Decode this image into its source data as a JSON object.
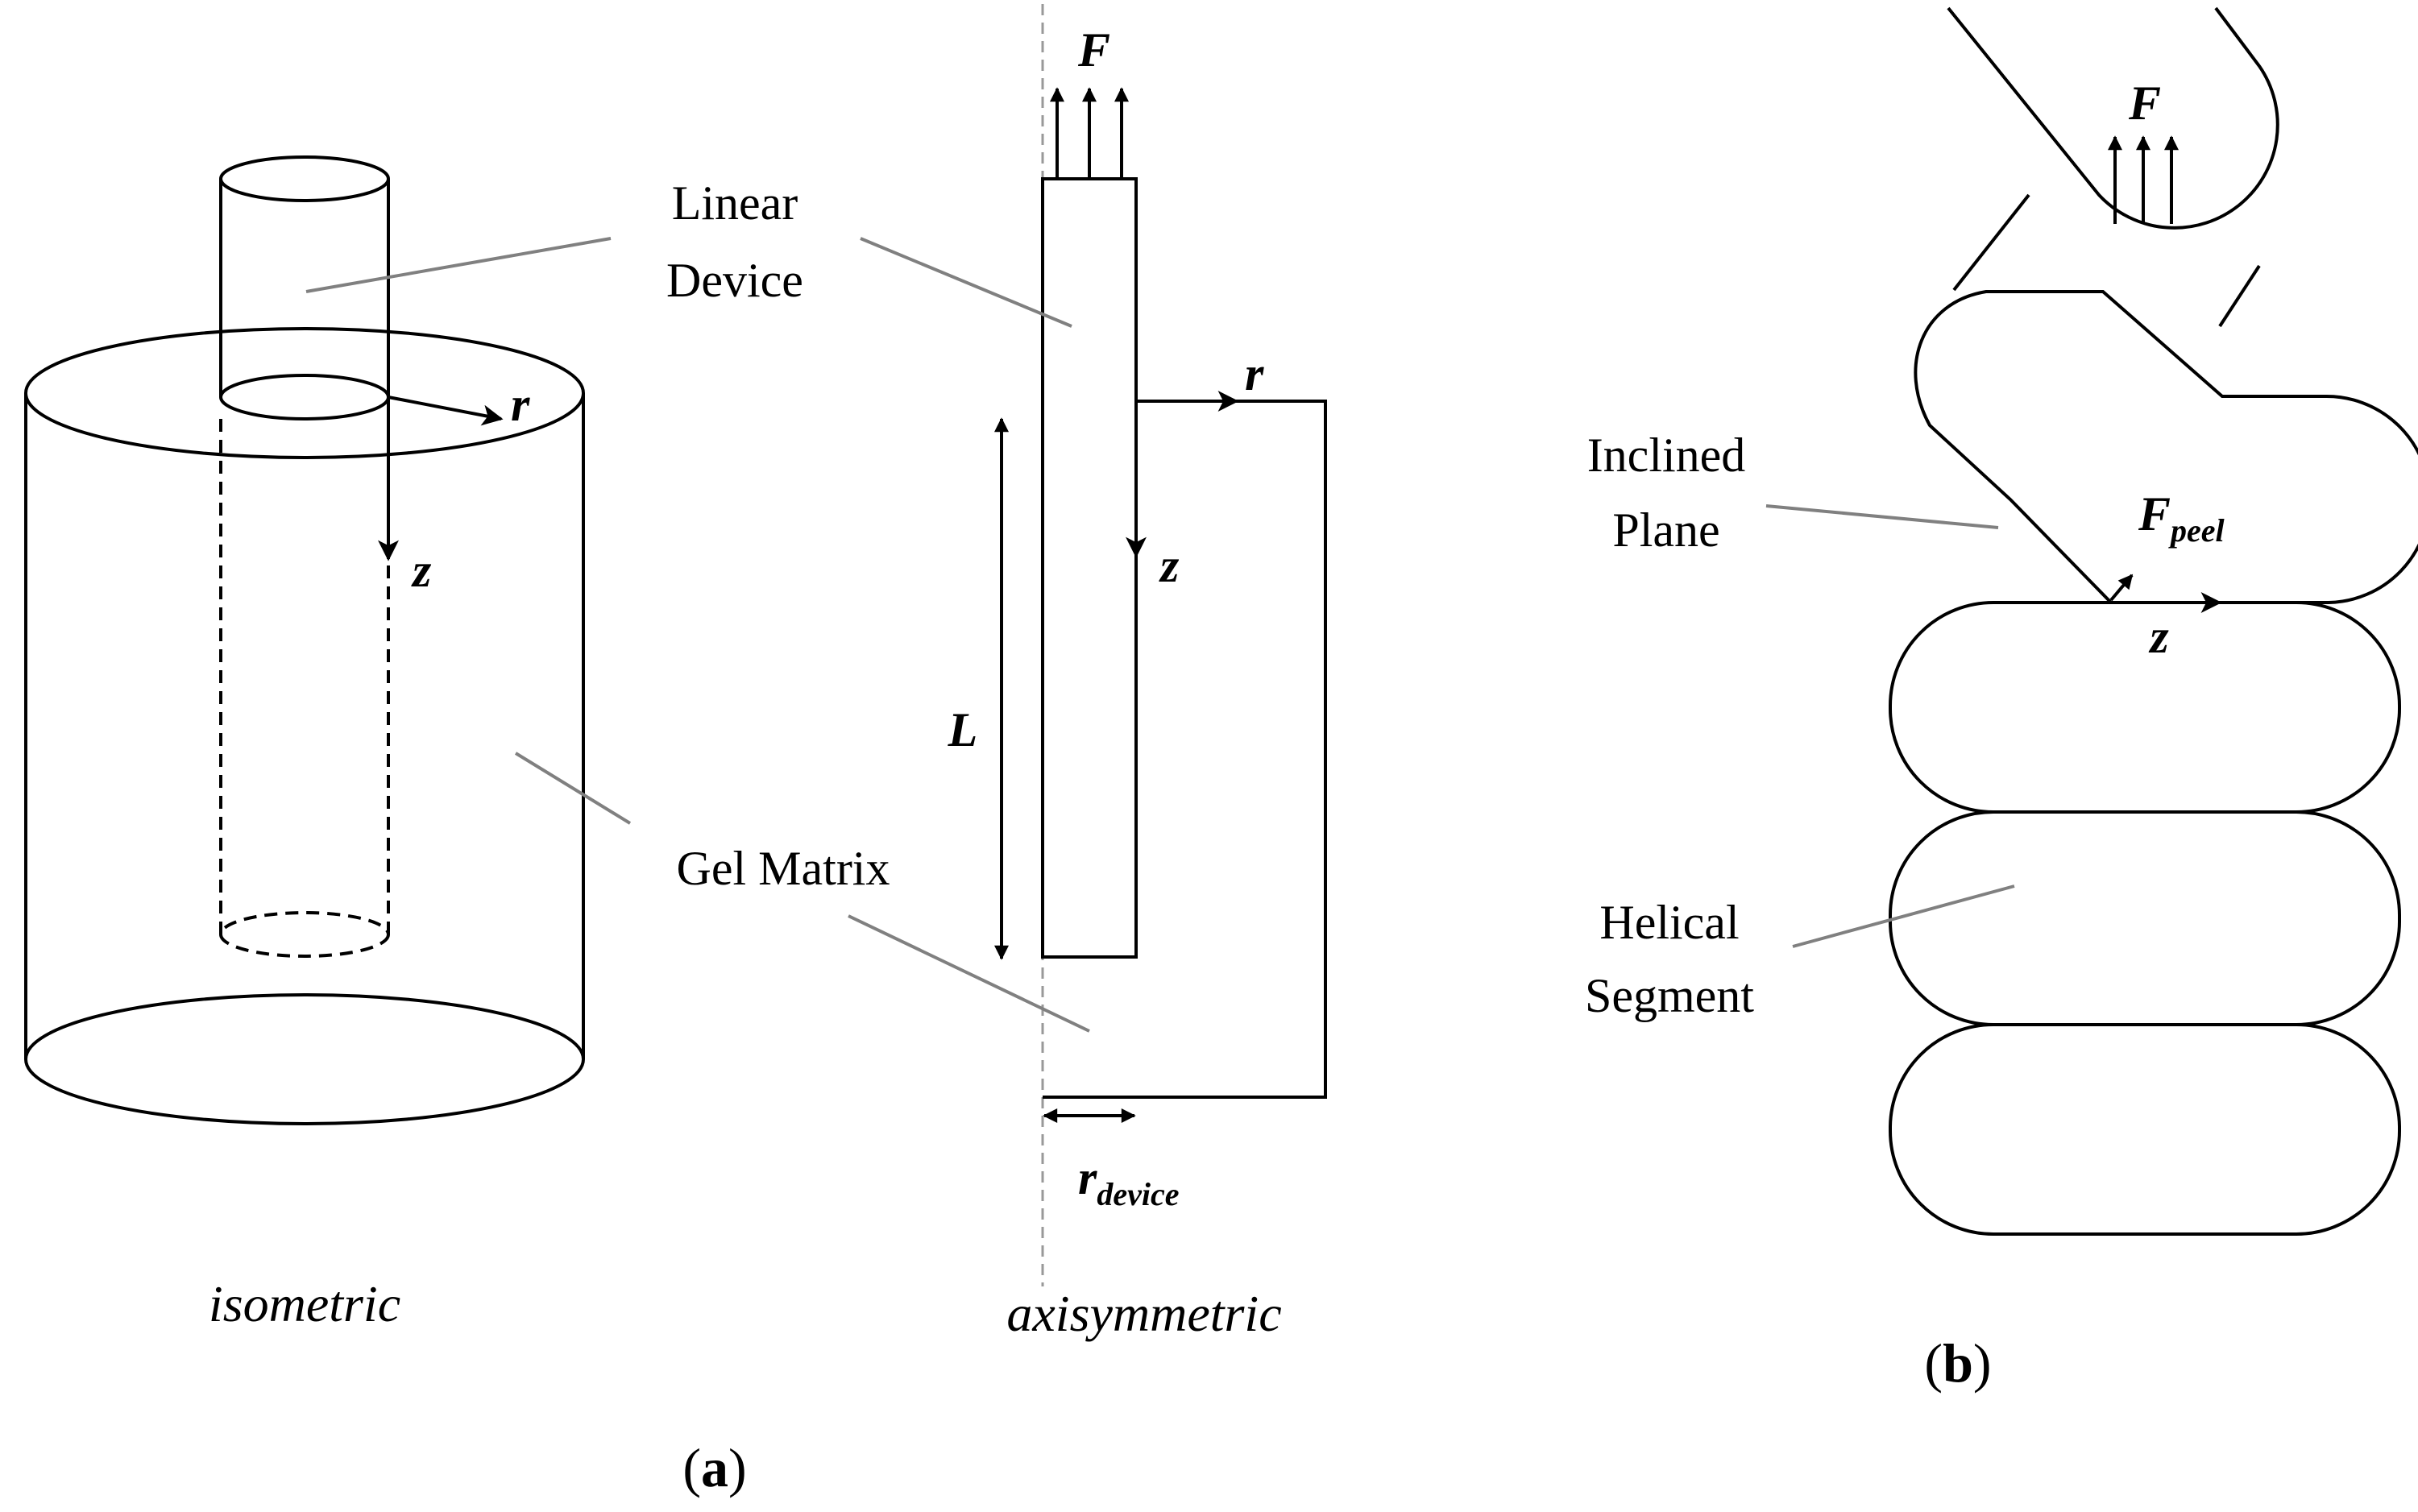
{
  "labels": {
    "linear_device_1": "Linear",
    "linear_device_2": "Device",
    "gel_matrix": "Gel Matrix",
    "inclined_plane_1": "Inclined",
    "inclined_plane_2": "Plane",
    "helical_segment_1": "Helical",
    "helical_segment_2": "Segment"
  },
  "symbols": {
    "force": "F",
    "radial": "r",
    "axial": "z",
    "length": "L",
    "device_radius": "r",
    "device_radius_sub": "device",
    "peel_force": "F",
    "peel_force_sub": "peel"
  },
  "views": {
    "isometric": "isometric",
    "axisymmetric": "axisymmetric"
  },
  "panels": {
    "a_open": "(",
    "a_letter": "a",
    "a_close": ")",
    "b_open": "(",
    "b_letter": "b",
    "b_close": ")"
  },
  "colors": {
    "stroke": "#000000",
    "leader": "#808080",
    "axis": "#999999"
  }
}
